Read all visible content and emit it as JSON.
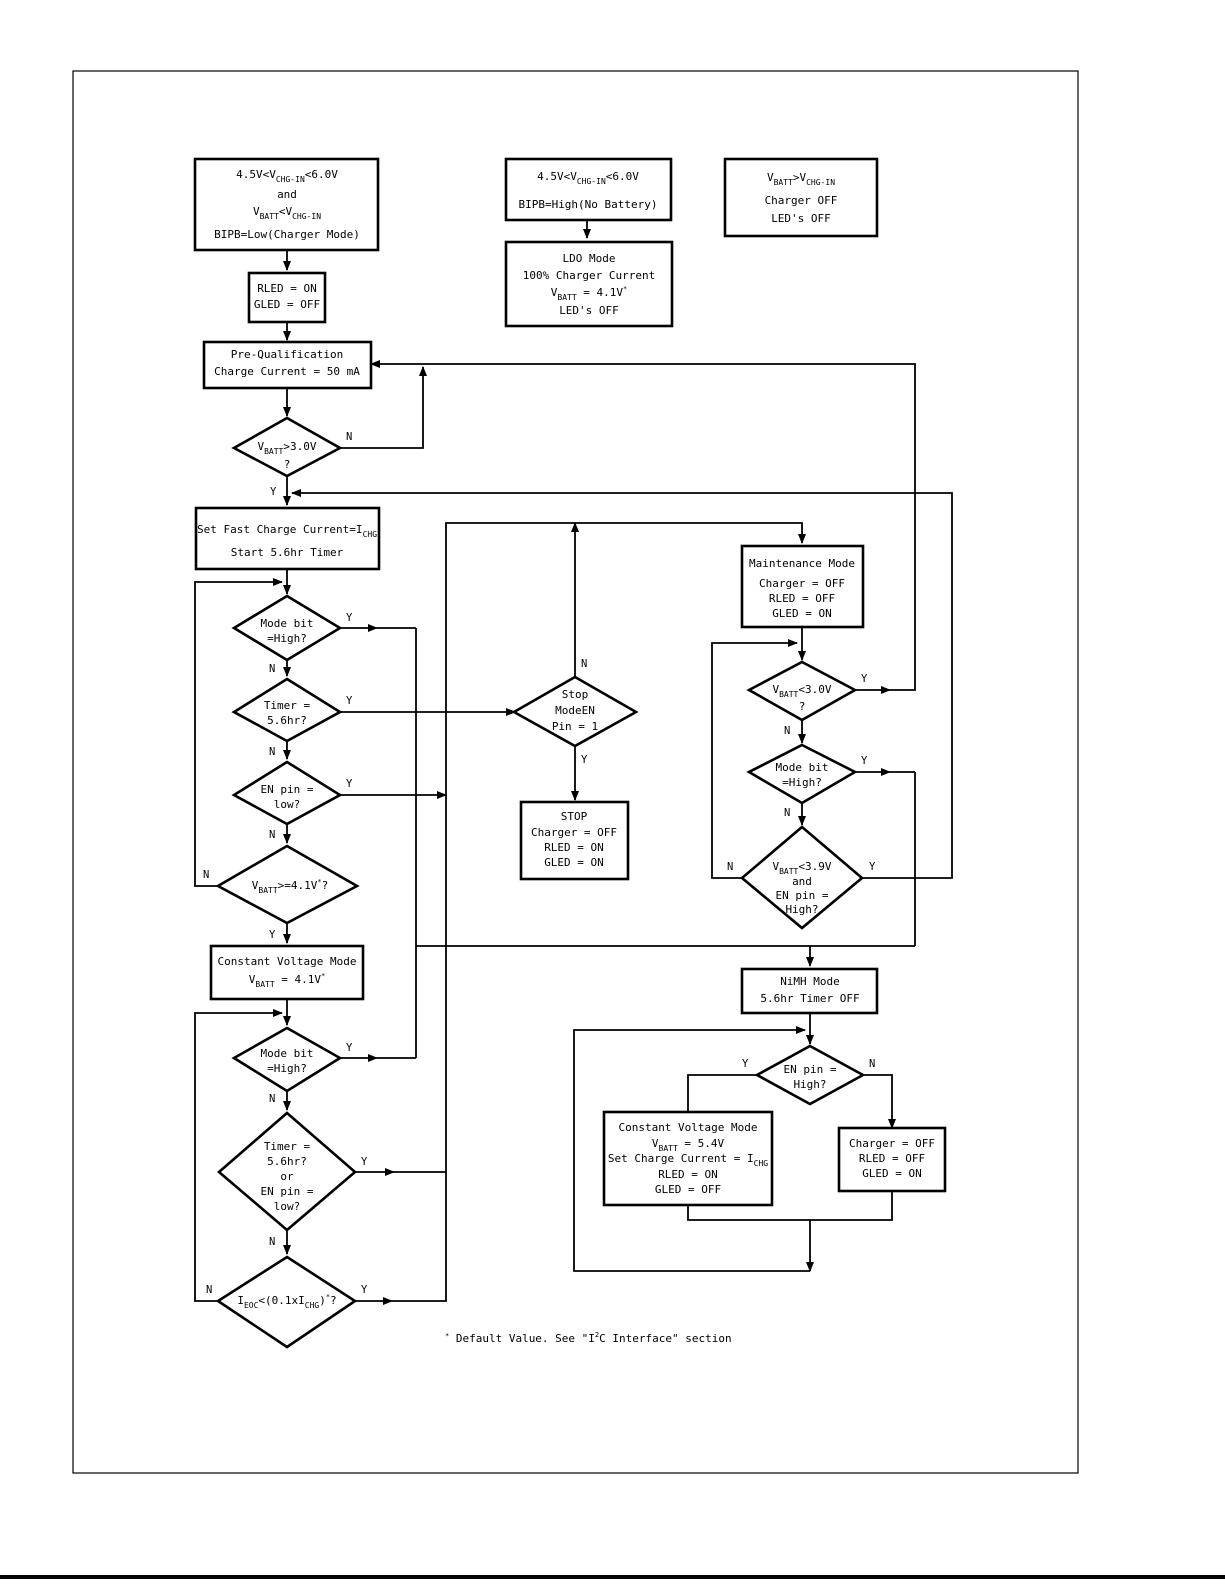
{
  "boxes": {
    "cond_charger": {
      "l1": "4.5V<V",
      "l1s": "CHG-IN",
      "l1b": "<6.0V",
      "l2": "and",
      "l3": "V",
      "l3s": "BATT",
      "l3b": "<V",
      "l3s2": "CHG-IN",
      "l4": "BIPB=Low(Charger Mode)"
    },
    "cond_nobatt": {
      "l1": "4.5V<V",
      "l1s": "CHG-IN",
      "l1b": "<6.0V",
      "l2": "BIPB=High(No Battery)"
    },
    "cond_off": {
      "l1": "V",
      "l1s": "BATT",
      "l1b": ">V",
      "l1s2": "CHG-IN",
      "l2": "Charger OFF",
      "l3": "LED's OFF"
    },
    "ldo": {
      "l1": "LDO Mode",
      "l2": "100% Charger Current",
      "l3": "V",
      "l3s": "BATT",
      "l3b": " = 4.1V",
      "l3sup": "*",
      "l4": "LED's OFF"
    },
    "led_init": {
      "l1": "RLED = ON",
      "l2": "GLED = OFF"
    },
    "prequal": {
      "l1": "Pre-Qualification",
      "l2": "Charge Current = 50 mA"
    },
    "fastchg": {
      "l1": "Set Fast Charge Current=I",
      "l1s": "CHG",
      "l2": "Start 5.6hr Timer"
    },
    "cv1": {
      "l1": "Constant Voltage Mode",
      "l2": "V",
      "l2s": "BATT",
      "l2b": " = 4.1V",
      "l2sup": "*"
    },
    "stop": {
      "l1": "STOP",
      "l2": "Charger = OFF",
      "l3": "RLED = ON",
      "l4": "GLED = ON"
    },
    "maint": {
      "l1": "Maintenance Mode",
      "l2": "Charger = OFF",
      "l3": "RLED = OFF",
      "l4": "GLED = ON"
    },
    "nimh": {
      "l1": "NiMH Mode",
      "l2": "5.6hr Timer OFF"
    },
    "cv2": {
      "l1": "Constant Voltage Mode",
      "l2": "V",
      "l2s": "BATT",
      "l2b": " = 5.4V",
      "l3": "Set Charge Current = I",
      "l3s": "CHG",
      "l4": "RLED = ON",
      "l5": "GLED = OFF"
    },
    "chgoff": {
      "l1": "Charger = OFF",
      "l2": "RLED = OFF",
      "l3": "GLED = ON"
    }
  },
  "decisions": {
    "d_v30": {
      "l1": "V",
      "l1s": "BATT",
      "l1b": ">3.0V",
      "l2": "?"
    },
    "d_mode1": {
      "l1": "Mode bit",
      "l2": "=High?"
    },
    "d_timer1": {
      "l1": "Timer =",
      "l2": "5.6hr?"
    },
    "d_en1": {
      "l1": "EN pin =",
      "l2": "low?"
    },
    "d_v41": {
      "l1": "V",
      "l1s": "BATT",
      "l1b": ">=4.1V",
      "l1sup": "*",
      "l1c": "?"
    },
    "d_mode2": {
      "l1": "Mode bit",
      "l2": "=High?"
    },
    "d_timer2": {
      "l1": "Timer =",
      "l2": "5.6hr?",
      "l3": "or",
      "l4": "EN pin =",
      "l5": "low?"
    },
    "d_ieoc": {
      "l1": "I",
      "l1s": "EOC",
      "l1b": "<(0.1xI",
      "l1s2": "CHG",
      "l1c": ")",
      "l1sup": "*",
      "l1d": "?"
    },
    "d_stopen": {
      "l1": "Stop",
      "l2": "ModeEN",
      "l3": "Pin = 1"
    },
    "d_v30b": {
      "l1": "V",
      "l1s": "BATT",
      "l1b": "<3.0V",
      "l2": "?"
    },
    "d_mode3": {
      "l1": "Mode bit",
      "l2": "=High?"
    },
    "d_v39": {
      "l1": "V",
      "l1s": "BATT",
      "l1b": "<3.9V",
      "l2": "and",
      "l3": "EN pin =",
      "l4": "High?"
    },
    "d_en2": {
      "l1": "EN pin =",
      "l2": "High?"
    }
  },
  "branch_labels": {
    "yes": "Y",
    "no": "N"
  },
  "footnote": {
    "star": "*",
    "text": " Default Value. See \"I",
    "sup": "2",
    "text2": "C Interface\" section"
  }
}
